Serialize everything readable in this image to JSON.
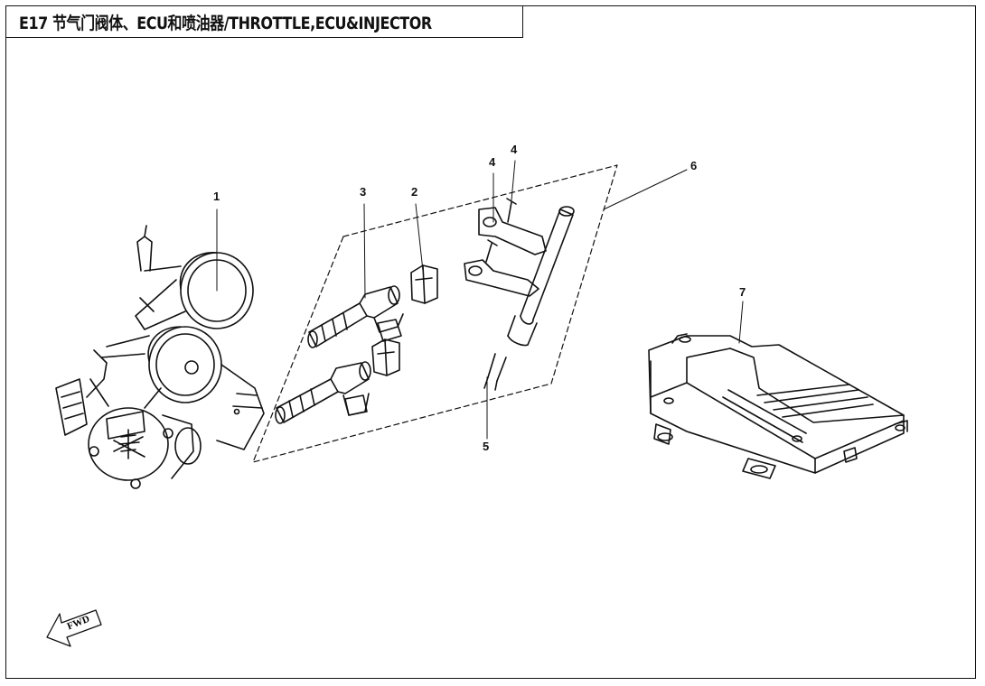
{
  "title": "E17 节气门阀体、ECU和喷油器/THROTTLE,ECU&INJECTOR",
  "callouts": [
    "1",
    "2",
    "3",
    "4",
    "4",
    "5",
    "6",
    "7"
  ],
  "fwd_label": "FWD",
  "colors": {
    "line": "#111111",
    "background": "#ffffff"
  }
}
